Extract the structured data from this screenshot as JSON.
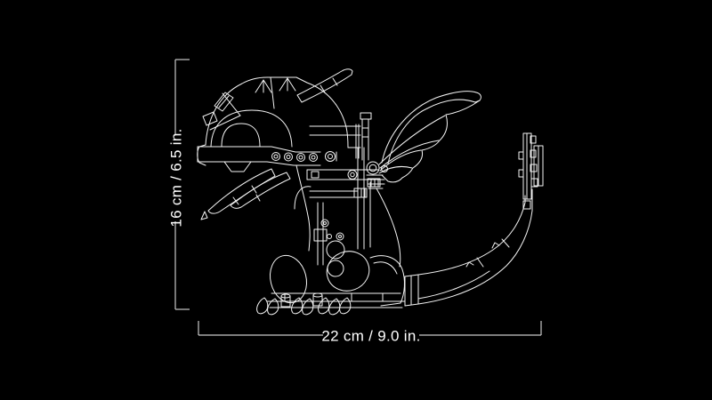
{
  "colors": {
    "background": "#000000",
    "artwork_line": "#f4f4f4",
    "dimension_line": "#c9c9c9",
    "label_text": "#ffffff"
  },
  "illustration": {
    "name": "lego-dragon-wireframe",
    "style": "white outline line-art on black"
  },
  "dimensions": {
    "height": {
      "label": "16 cm / 6.5 in."
    },
    "width": {
      "label": "22 cm / 9.0 in."
    }
  }
}
